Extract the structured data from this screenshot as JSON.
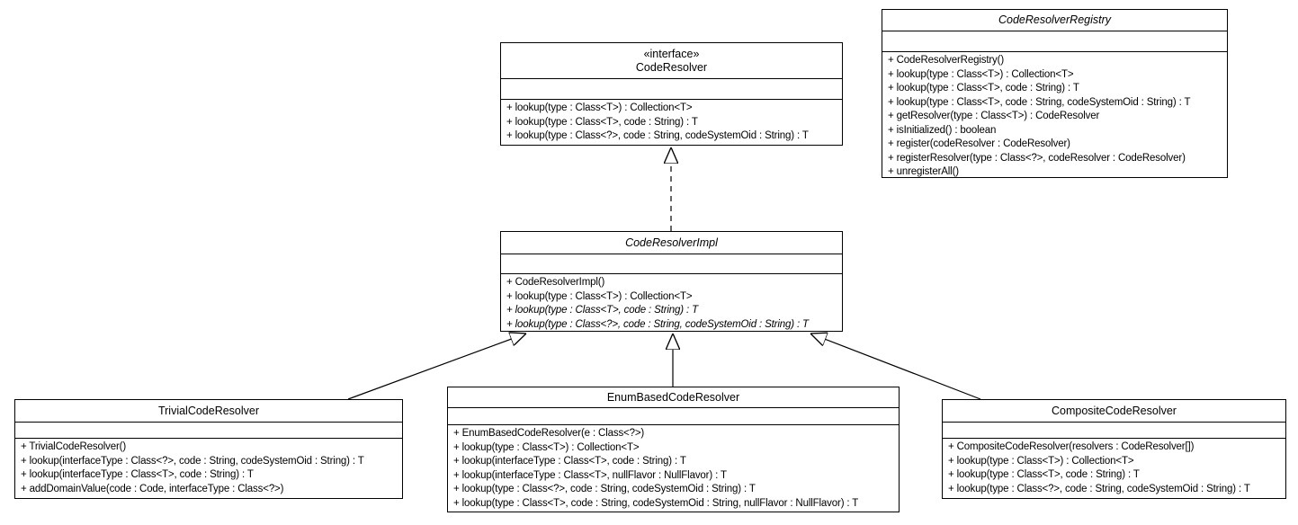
{
  "diagram": {
    "type": "uml-class-diagram",
    "background_color": "#ffffff",
    "line_color": "#000000",
    "text_color": "#000000"
  },
  "classes": {
    "code_resolver": {
      "stereotype": "«interface»",
      "name": "CodeResolver",
      "attributes": [],
      "methods": [
        "+ lookup(type : Class<T>) : Collection<T>",
        "+ lookup(type : Class<T>, code : String) : T",
        "+ lookup(type : Class<?>, code : String, codeSystemOid : String) : T"
      ]
    },
    "code_resolver_registry": {
      "name": "CodeResolverRegistry",
      "abstract": true,
      "attributes": [],
      "methods": [
        "+ CodeResolverRegistry()",
        "+ lookup(type : Class<T>) : Collection<T>",
        "+ lookup(type : Class<T>, code : String) : T",
        "+ lookup(type : Class<T>, code : String, codeSystemOid : String) : T",
        "+ getResolver(type : Class<T>) : CodeResolver",
        "+ isInitialized() : boolean",
        "+ register(codeResolver : CodeResolver)",
        "+ registerResolver(type : Class<?>, codeResolver : CodeResolver)",
        "+ unregisterAll()"
      ]
    },
    "code_resolver_impl": {
      "name": "CodeResolverImpl",
      "abstract": true,
      "attributes": [],
      "methods": [
        "+ CodeResolverImpl()",
        "+ lookup(type : Class<T>) : Collection<T>",
        {
          "text": "+ lookup(type : Class<T>, code : String) : T",
          "italic": true
        },
        {
          "text": "+ lookup(type : Class<?>, code : String, codeSystemOid : String) : T",
          "italic": true
        }
      ]
    },
    "trivial_code_resolver": {
      "name": "TrivialCodeResolver",
      "attributes": [],
      "methods": [
        "+ TrivialCodeResolver()",
        "+ lookup(interfaceType : Class<?>, code : String, codeSystemOid : String) : T",
        "+ lookup(interfaceType : Class<T>, code : String) : T",
        "+ addDomainValue(code : Code, interfaceType : Class<?>)"
      ]
    },
    "enum_based_code_resolver": {
      "name": "EnumBasedCodeResolver",
      "attributes": [],
      "methods": [
        "+ EnumBasedCodeResolver(e : Class<?>)",
        "+ lookup(type : Class<T>) : Collection<T>",
        "+ lookup(interfaceType : Class<T>, code : String) : T",
        "+ lookup(interfaceType : Class<T>, nullFlavor : NullFlavor) : T",
        "+ lookup(type : Class<?>, code : String, codeSystemOid : String) : T",
        "+ lookup(type : Class<T>, code : String, codeSystemOid : String, nullFlavor : NullFlavor) : T"
      ]
    },
    "composite_code_resolver": {
      "name": "CompositeCodeResolver",
      "attributes": [],
      "methods": [
        "+ CompositeCodeResolver(resolvers : CodeResolver[])",
        "+ lookup(type : Class<T>) : Collection<T>",
        "+ lookup(type : Class<T>, code : String) : T",
        "+ lookup(type : Class<?>, code : String, codeSystemOid : String) : T"
      ]
    }
  },
  "relationships": [
    {
      "from": "CodeResolverImpl",
      "to": "CodeResolver",
      "type": "realization",
      "style": "dashed",
      "arrowhead": "hollow-triangle"
    },
    {
      "from": "TrivialCodeResolver",
      "to": "CodeResolverImpl",
      "type": "generalization",
      "style": "solid",
      "arrowhead": "hollow-triangle"
    },
    {
      "from": "EnumBasedCodeResolver",
      "to": "CodeResolverImpl",
      "type": "generalization",
      "style": "solid",
      "arrowhead": "hollow-triangle"
    },
    {
      "from": "CompositeCodeResolver",
      "to": "CodeResolverImpl",
      "type": "generalization",
      "style": "solid",
      "arrowhead": "hollow-triangle"
    }
  ]
}
